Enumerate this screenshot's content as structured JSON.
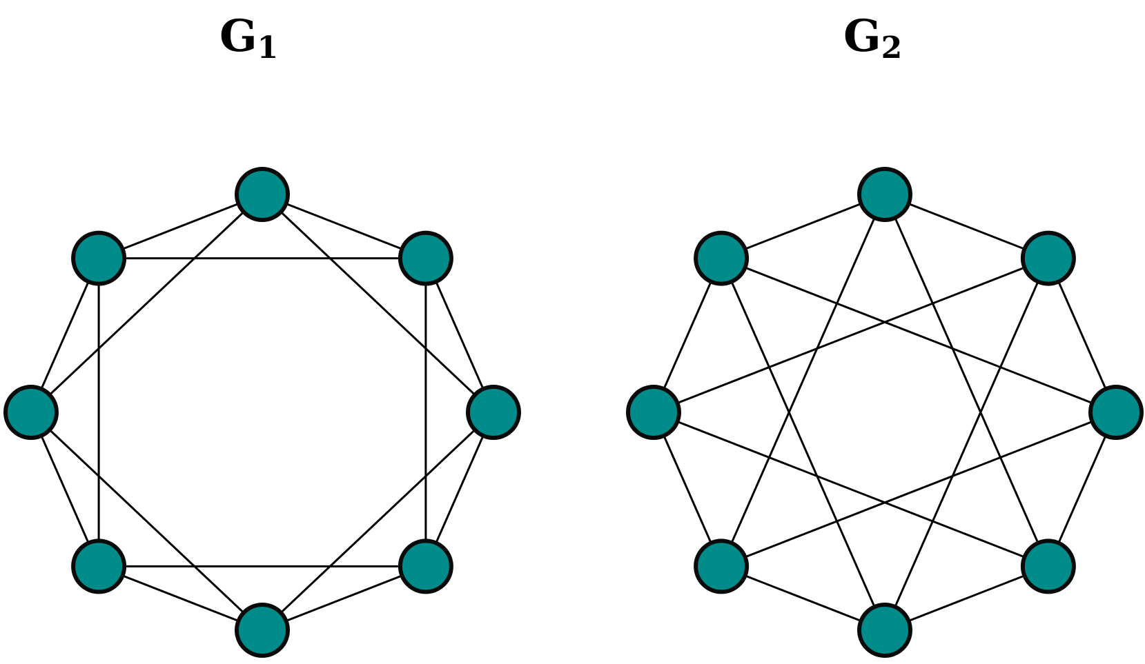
{
  "style": {
    "node_fill": "#008B8B",
    "node_stroke": "#0a0a0a",
    "edge_color": "#000000",
    "background": "#ffffff"
  },
  "graphs": [
    {
      "id": "g1",
      "title_letter": "G",
      "title_subscript": "1",
      "node_count": 8,
      "edges": [
        [
          0,
          1
        ],
        [
          1,
          2
        ],
        [
          2,
          3
        ],
        [
          3,
          4
        ],
        [
          4,
          5
        ],
        [
          5,
          6
        ],
        [
          6,
          7
        ],
        [
          7,
          0
        ],
        [
          0,
          2
        ],
        [
          2,
          4
        ],
        [
          4,
          6
        ],
        [
          6,
          0
        ],
        [
          1,
          7
        ],
        [
          7,
          5
        ],
        [
          5,
          3
        ],
        [
          3,
          1
        ]
      ]
    },
    {
      "id": "g2",
      "title_letter": "G",
      "title_subscript": "2",
      "node_count": 8,
      "edges": [
        [
          0,
          1
        ],
        [
          1,
          2
        ],
        [
          2,
          3
        ],
        [
          3,
          4
        ],
        [
          4,
          5
        ],
        [
          5,
          6
        ],
        [
          6,
          7
        ],
        [
          7,
          0
        ],
        [
          0,
          3
        ],
        [
          3,
          6
        ],
        [
          6,
          1
        ],
        [
          1,
          4
        ],
        [
          4,
          7
        ],
        [
          7,
          2
        ],
        [
          2,
          5
        ],
        [
          5,
          0
        ]
      ]
    }
  ]
}
